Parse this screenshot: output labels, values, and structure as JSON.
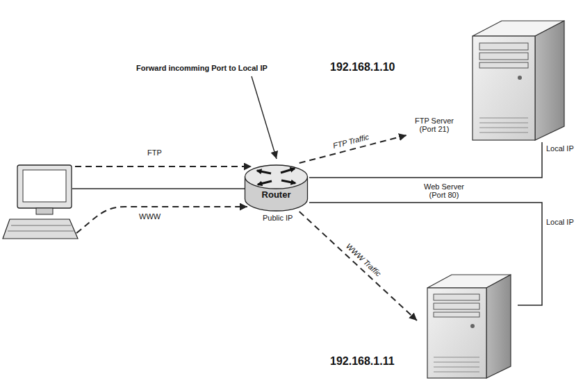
{
  "diagram": {
    "nodes": [
      {
        "text": [
          "192.168.1.10",
          "FTP Server (Port 21)",
          "Local IP"
        ]
      },
      {
        "text": [
          "Router",
          "Public IP"
        ]
      },
      {
        "text": [
          "Web Server (Port 80)",
          "Local IP",
          "192.168.1.11"
        ]
      }
    ],
    "edges": [
      {
        "from": 1,
        "to": 0,
        "arrow": "to",
        "label": "FTP Traffic"
      },
      {
        "from": 1,
        "to": 0,
        "arrow": "none"
      },
      {
        "from": 1,
        "to": 2,
        "arrow": "none"
      },
      {
        "from": 1,
        "to": 2,
        "arrow": "to",
        "label": "WWW Traffic"
      }
    ],
    "labels": [
      "Forward incomming Port to Local IP",
      "FTP",
      "WWW"
    ]
  }
}
